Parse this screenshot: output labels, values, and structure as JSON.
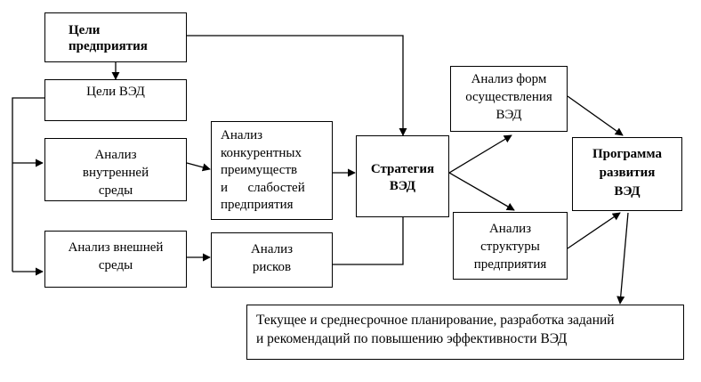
{
  "nodes": {
    "goals": [
      "Цели",
      "предприятия"
    ],
    "fea_goals": "Цели ВЭД",
    "internal": [
      "Анализ",
      "внутренней",
      "среды"
    ],
    "competitive": [
      "Анализ",
      "конкурентных",
      "преимуществ",
      "и      слабостей",
      "предприятия"
    ],
    "external": [
      "Анализ внешней",
      "среды"
    ],
    "risks": [
      "Анализ",
      "рисков"
    ],
    "strategy": [
      "Стратегия",
      "ВЭД"
    ],
    "forms": [
      "Анализ форм",
      "осуществления",
      "ВЭД"
    ],
    "structure": [
      "Анализ",
      "структуры",
      "предприятия"
    ],
    "program": [
      "Программа",
      "развития",
      "ВЭД"
    ],
    "planning": [
      "Текущее и среднесрочное планирование, разработка заданий",
      "и рекомендаций по повышению эффективности ВЭД"
    ]
  },
  "colors": {
    "line": "#000000",
    "background": "#ffffff",
    "text": "#000000"
  }
}
